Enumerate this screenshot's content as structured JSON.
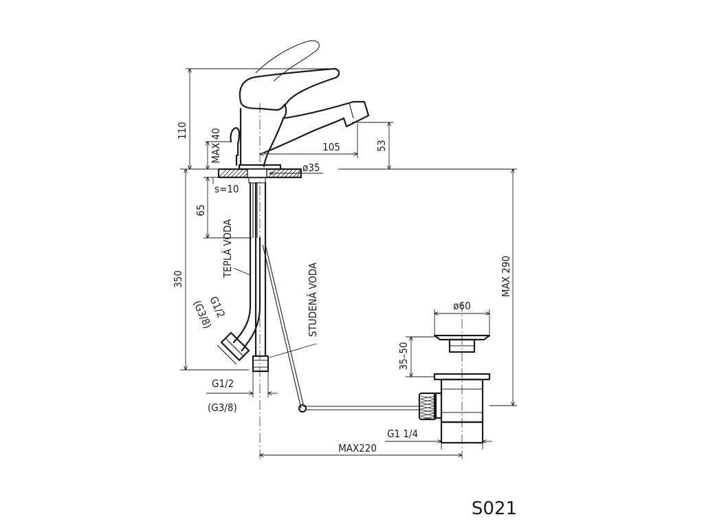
{
  "drawing": {
    "model_code": "S021",
    "dimensions": {
      "height_110": "110",
      "max_40": "MAX 40",
      "spout_reach": "105",
      "spout_height": "53",
      "base_diameter": "ø35",
      "deck_thickness": "s=10",
      "pipe_65": "65",
      "total_350": "350",
      "max_290": "MAX 290",
      "waste_diameter": "ø60",
      "waste_depth": "35–50",
      "max_220": "MAX220"
    },
    "connections": {
      "hot_thread": "G1/2",
      "hot_thread_alt": "(G3/8)",
      "cold_thread": "G1/2",
      "cold_thread_alt": "(G3/8)",
      "waste_thread": "G1  1/4"
    },
    "labels": {
      "hot_water": "TEPLÁ VODA",
      "cold_water": "STUDENÁ VODA"
    }
  }
}
